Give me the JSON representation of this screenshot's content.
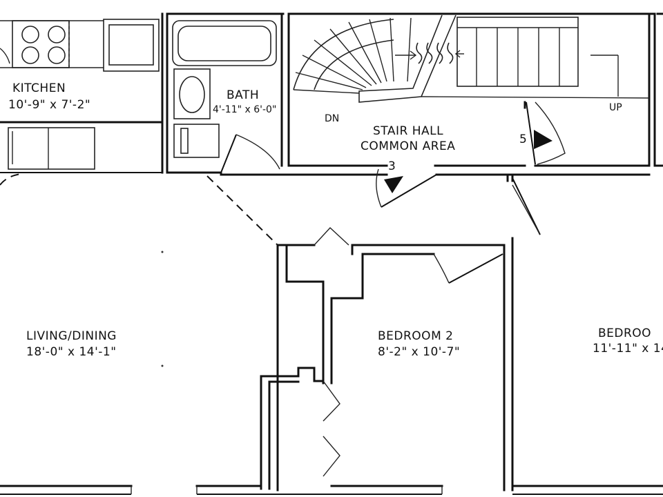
{
  "rooms": {
    "kitchen": {
      "name": "KITCHEN",
      "dims": "10'-9\" x 7'-2\""
    },
    "bath": {
      "name": "BATH",
      "dims": "4'-11\" x 6'-0\""
    },
    "stair_hall": {
      "name_line1": "STAIR HALL",
      "name_line2": "COMMON AREA",
      "dn": "DN",
      "up": "UP"
    },
    "living_dining": {
      "name": "LIVING/DINING",
      "dims": "18'-0\" x 14'-1\""
    },
    "bedroom2": {
      "name": "BEDROOM 2",
      "dims": "8'-2\" x 10'-7\""
    },
    "bedroom1": {
      "name": "BEDROO",
      "dims": "11'-11\" x 14"
    }
  },
  "markers": [
    {
      "id": "3",
      "label": "3"
    },
    {
      "id": "5",
      "label": "5"
    }
  ]
}
